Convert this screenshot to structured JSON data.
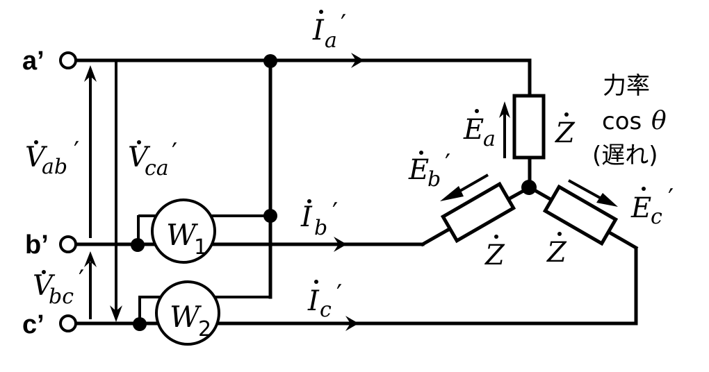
{
  "terminals": {
    "a": "a’",
    "b": "b’",
    "c": "c’"
  },
  "voltages": {
    "vab": {
      "sym": "V",
      "sub": "ab",
      "prime": "′"
    },
    "vca": {
      "sym": "V",
      "sub": "ca",
      "prime": "′"
    },
    "vbc": {
      "sym": "V",
      "sub": "bc",
      "prime": "′"
    }
  },
  "currents": {
    "ia": {
      "sym": "I",
      "sub": "a",
      "prime": "′"
    },
    "ib": {
      "sym": "I",
      "sub": "b",
      "prime": "′"
    },
    "ic": {
      "sym": "I",
      "sub": "c",
      "prime": "′"
    }
  },
  "meters": {
    "w1": {
      "sym": "W",
      "sub": "1"
    },
    "w2": {
      "sym": "W",
      "sub": "2"
    }
  },
  "emfs": {
    "ea": {
      "sym": "E",
      "sub": "a",
      "prime": ""
    },
    "eb": {
      "sym": "E",
      "sub": "b",
      "prime": "′"
    },
    "ec": {
      "sym": "E",
      "sub": "c",
      "prime": "′"
    }
  },
  "impedance": {
    "sym": "Z"
  },
  "power_factor": {
    "title": "力率",
    "expr": "cos",
    "angle": "θ",
    "note": "(遅れ)"
  }
}
